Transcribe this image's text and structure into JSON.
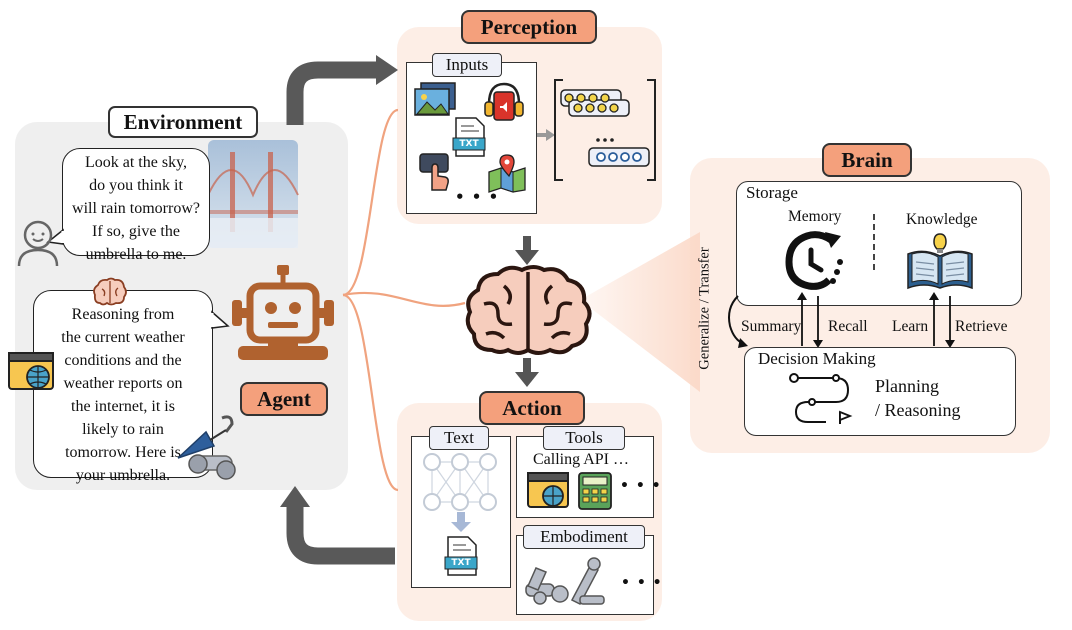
{
  "environment": {
    "title": "Environment",
    "user_message": [
      "Look at the sky,",
      "do you think it",
      "will rain tomorrow?",
      "If so, give the",
      "umbrella to me."
    ],
    "agent_message": [
      "Reasoning from",
      "the current weather",
      "conditions and the",
      "weather reports on",
      "the internet, it is",
      "likely to rain",
      "tomorrow. Here is",
      "your umbrella."
    ]
  },
  "agent": {
    "label": "Agent"
  },
  "perception": {
    "title": "Perception",
    "inputs_label": "Inputs",
    "txt_badge": "TXT",
    "ellipsis": "• • •"
  },
  "brain": {
    "title": "Brain",
    "storage_label": "Storage",
    "memory_label": "Memory",
    "knowledge_label": "Knowledge",
    "generalize_label": "Generalize / Transfer",
    "summary_label": "Summary",
    "recall_label": "Recall",
    "learn_label": "Learn",
    "retrieve_label": "Retrieve",
    "decision_label": "Decision Making",
    "planning_line1": "Planning",
    "planning_line2": "/ Reasoning"
  },
  "action": {
    "title": "Action",
    "text_label": "Text",
    "tools_label": "Tools",
    "calling_api": "Calling API …",
    "embodiment_label": "Embodiment",
    "txt_badge": "TXT",
    "ellipsis": "• • •"
  },
  "colors": {
    "accent": "#f4a07c",
    "panel_peach": "#fdeee6",
    "panel_gray": "#efefef",
    "robot": "#b0622f"
  }
}
